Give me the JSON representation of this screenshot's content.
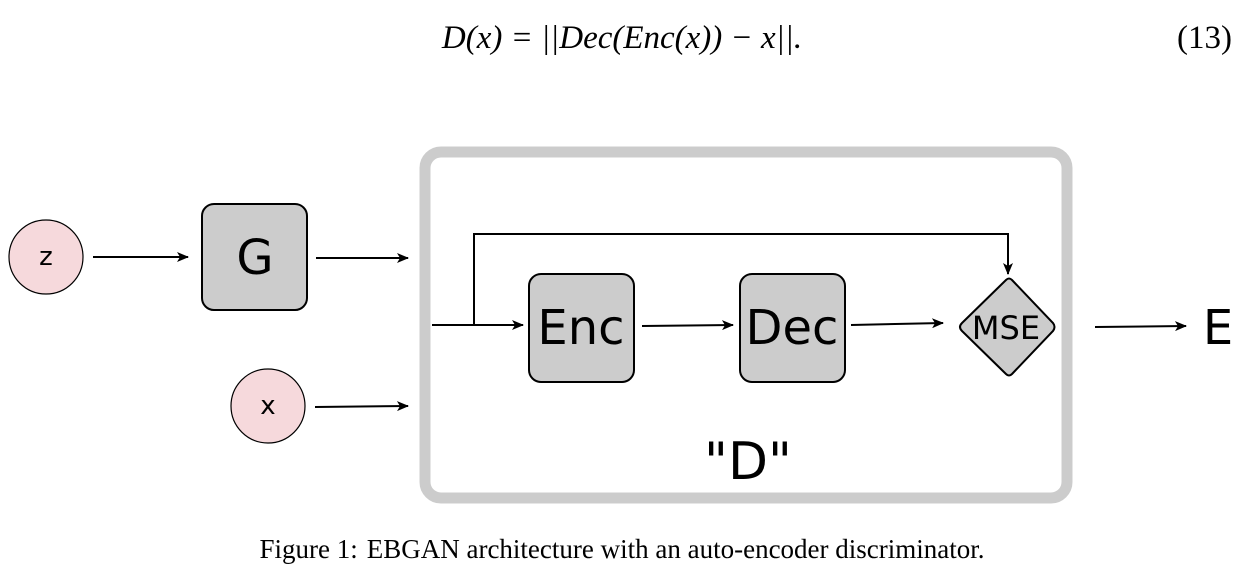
{
  "equation": {
    "lhs": "D(x)",
    "rhs": "= ||Dec(Enc(x)) − x||.",
    "number": "(13)"
  },
  "diagram": {
    "colors": {
      "input_fill": "#f6d9dc",
      "box_fill": "#cccccc",
      "frame_stroke": "#cccccc",
      "stroke": "#000000"
    },
    "nodes": {
      "z": "z",
      "x": "x",
      "generator": "G",
      "encoder": "Enc",
      "decoder": "Dec",
      "mse": "MSE",
      "energy": "E",
      "discriminator": "\"D\""
    }
  },
  "caption": {
    "label": "Figure 1:",
    "text": "EBGAN architecture with an auto-encoder discriminator."
  }
}
